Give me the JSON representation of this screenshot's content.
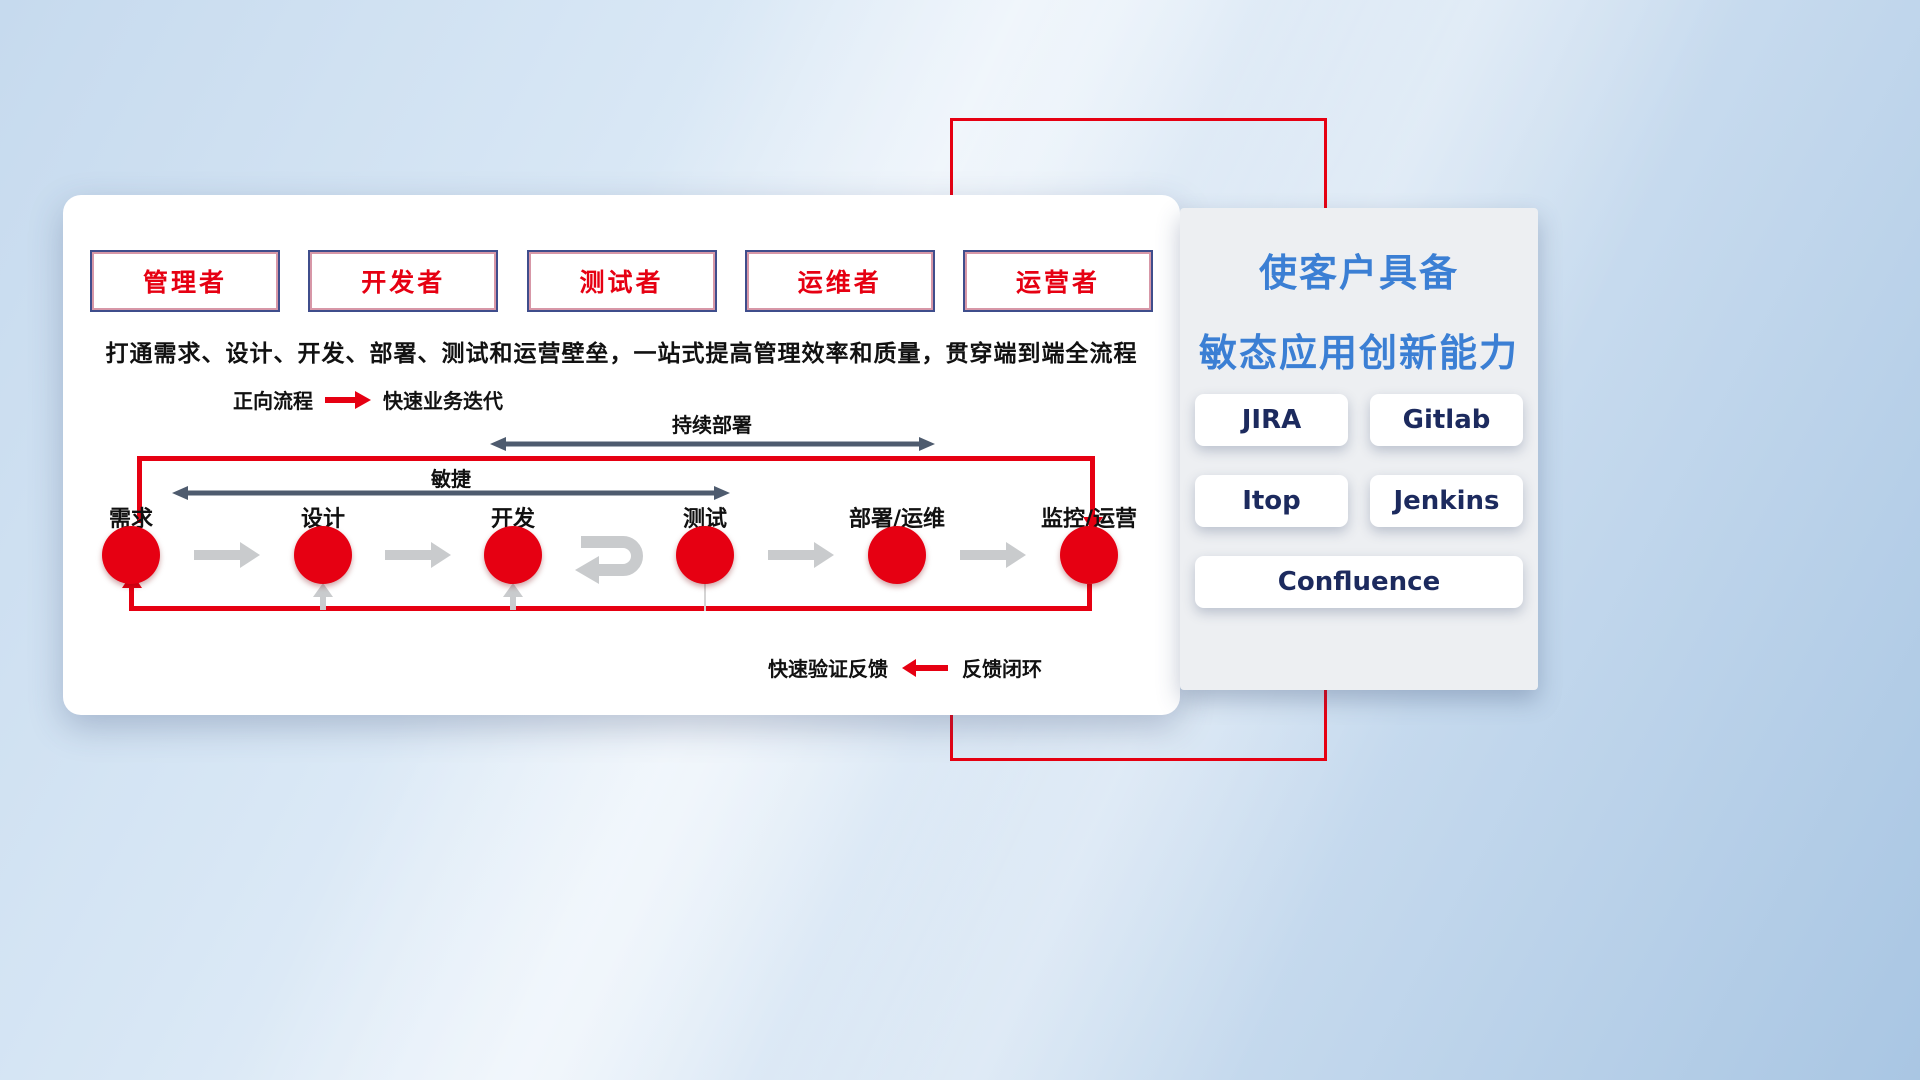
{
  "colors": {
    "red": "#e60012",
    "dark_arrow": "#4e5b6e",
    "gray_arrow": "#c9cbcd",
    "title_blue": "#3b7fd4",
    "tool_text": "#1c2a5e"
  },
  "roles": [
    "管理者",
    "开发者",
    "测试者",
    "运维者",
    "运营者"
  ],
  "description": "打通需求、设计、开发、部署、测试和运营壁垒，一站式提高管理效率和质量，贯穿端到端全流程",
  "legend": {
    "label": "正向流程",
    "value": "快速业务迭代"
  },
  "span_arrows": {
    "continuous_deployment": "持续部署",
    "agile": "敏捷"
  },
  "stages": [
    "需求",
    "设计",
    "开发",
    "测试",
    "部署/运维",
    "监控/运营"
  ],
  "feedback": {
    "label": "快速验证反馈",
    "loop": "反馈闭环"
  },
  "side_panel": {
    "title_line1": "使客户具备",
    "title_line2": "敏态应用创新能力",
    "tools": [
      "JIRA",
      "Gitlab",
      "Itop",
      "Jenkins",
      "Confluence"
    ]
  }
}
